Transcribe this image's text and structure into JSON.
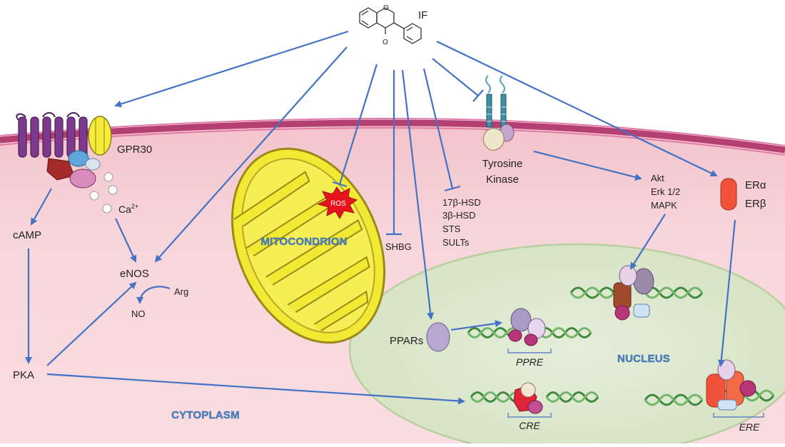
{
  "ligand": {
    "label": "IF",
    "carbonyl_o": "O",
    "ring_o": "O"
  },
  "regions": {
    "mitochondrion": "MITOCONDRION",
    "nucleus": "NUCLEUS",
    "cytoplasm": "CYTOPLASM"
  },
  "receptors": {
    "gpr30": "GPR30",
    "calcium_base": "Ca",
    "calcium_sup": "2+",
    "tyrosine_kinase": [
      "Tyrosine",
      "Kinase"
    ],
    "estrogen_receptors": [
      "ERα",
      "ERβ"
    ]
  },
  "signals": {
    "camp": "cAMP",
    "pka": "PKA",
    "enos": "eNOS",
    "arg": "Arg",
    "no": "NO",
    "ros": "ROS",
    "shbg": "SHBG",
    "enzymes": [
      "17β-HSD",
      "3β-HSD",
      "STS",
      "SULTs"
    ],
    "kinases": [
      "Akt",
      "Erk 1/2",
      "MAPK"
    ],
    "ppars": "PPARs"
  },
  "dna_elements": {
    "ppre": "PPRE",
    "cre": "CRE",
    "ere": "ERE"
  },
  "colors": {
    "arrow": "#4472c4",
    "cytoplasm": "#f6d3d8",
    "membrane": "#c2477a",
    "nucleus": "#dfe9d1",
    "mitochondrion": "#f2ea3c",
    "region_label": "#4f86c6",
    "dna": "#3e8a3e"
  }
}
